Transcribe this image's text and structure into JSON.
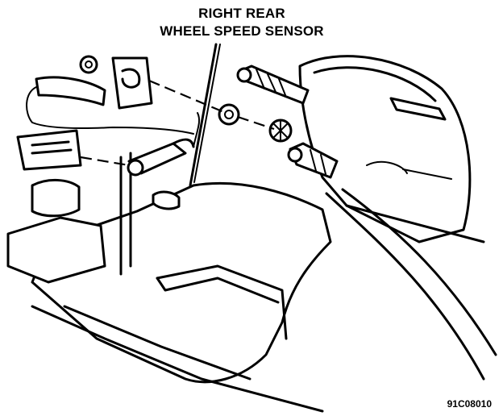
{
  "callout": {
    "line1": "RIGHT REAR",
    "line2": "WHEEL SPEED SENSOR"
  },
  "figure_id": "91C08010"
}
